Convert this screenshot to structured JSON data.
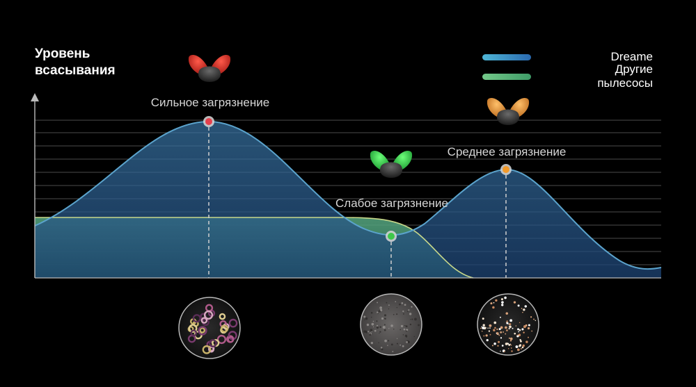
{
  "chart_data": {
    "type": "area",
    "ylabel_lines": [
      "Уровень",
      "всасывания"
    ],
    "xlabel": "",
    "grid": true,
    "legend_position": "top-right",
    "series": [
      {
        "name": "Dreame",
        "color": "#5ba3cc",
        "fill": "#2a5d8a"
      },
      {
        "name": "Другие пылесосы",
        "color": "#6dbf7e",
        "fill": "#3f8f6a"
      }
    ],
    "annotations": [
      {
        "label": "Сильное загрязнение",
        "level": "high",
        "marker_color": "#e5404d",
        "icon": "red-butterfly-icon",
        "sample": "debris-cereal-sample-icon"
      },
      {
        "label": "Слабое загрязнение",
        "level": "low",
        "marker_color": "#3fc74a",
        "icon": "green-butterfly-icon",
        "sample": "fine-dust-sample-icon"
      },
      {
        "label": "Среднее загрязнение",
        "level": "medium",
        "marker_color": "#f39a2a",
        "icon": "orange-butterfly-icon",
        "sample": "medium-particles-sample-icon"
      }
    ]
  }
}
